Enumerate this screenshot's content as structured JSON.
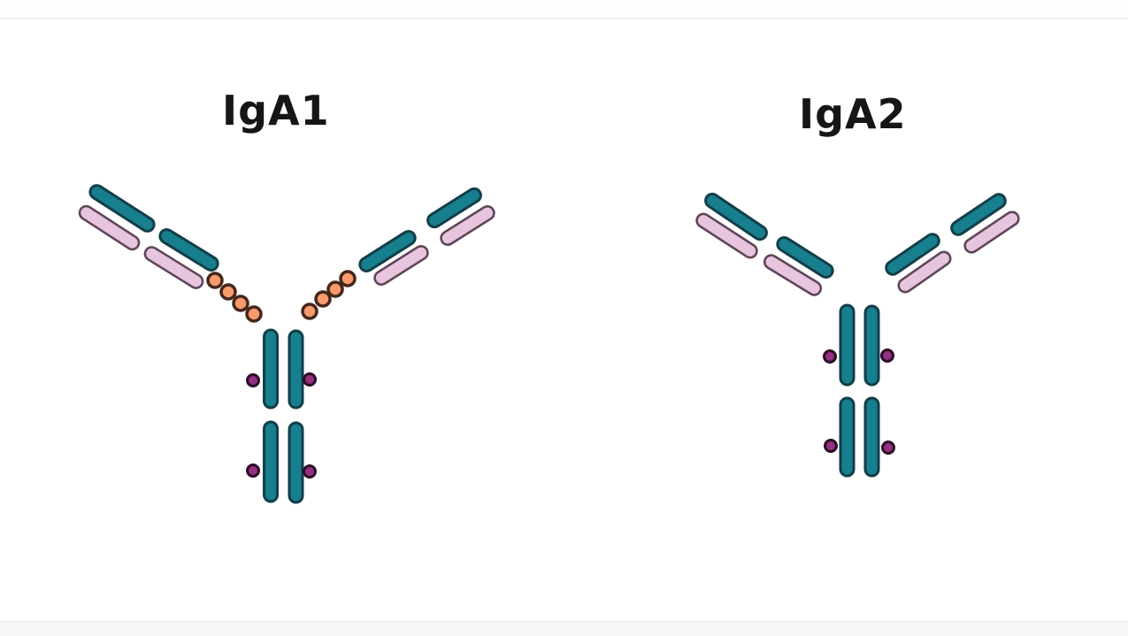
{
  "colors": {
    "page_bg": "#ffffff",
    "frame_line": "#ededed",
    "label_text": "#161616",
    "teal": "#177f8d",
    "teal_outline": "#123e49",
    "pink": "#e7c5df",
    "pink_outline": "#5f4659",
    "orange": "#f79a6c",
    "orange_outline": "#45271c",
    "purple": "#93307f",
    "purple_outline": "#2c0d26"
  },
  "diagram": {
    "antibodies": [
      {
        "label": "IgA1",
        "arm_pairs_per_side": 2,
        "hinge_beads_per_side": 4,
        "stem_bar_pairs": 2,
        "glycan_dots": 4
      },
      {
        "label": "IgA2",
        "arm_pairs_per_side": 2,
        "hinge_beads_per_side": 0,
        "stem_bar_pairs": 2,
        "glycan_dots": 4
      }
    ]
  }
}
